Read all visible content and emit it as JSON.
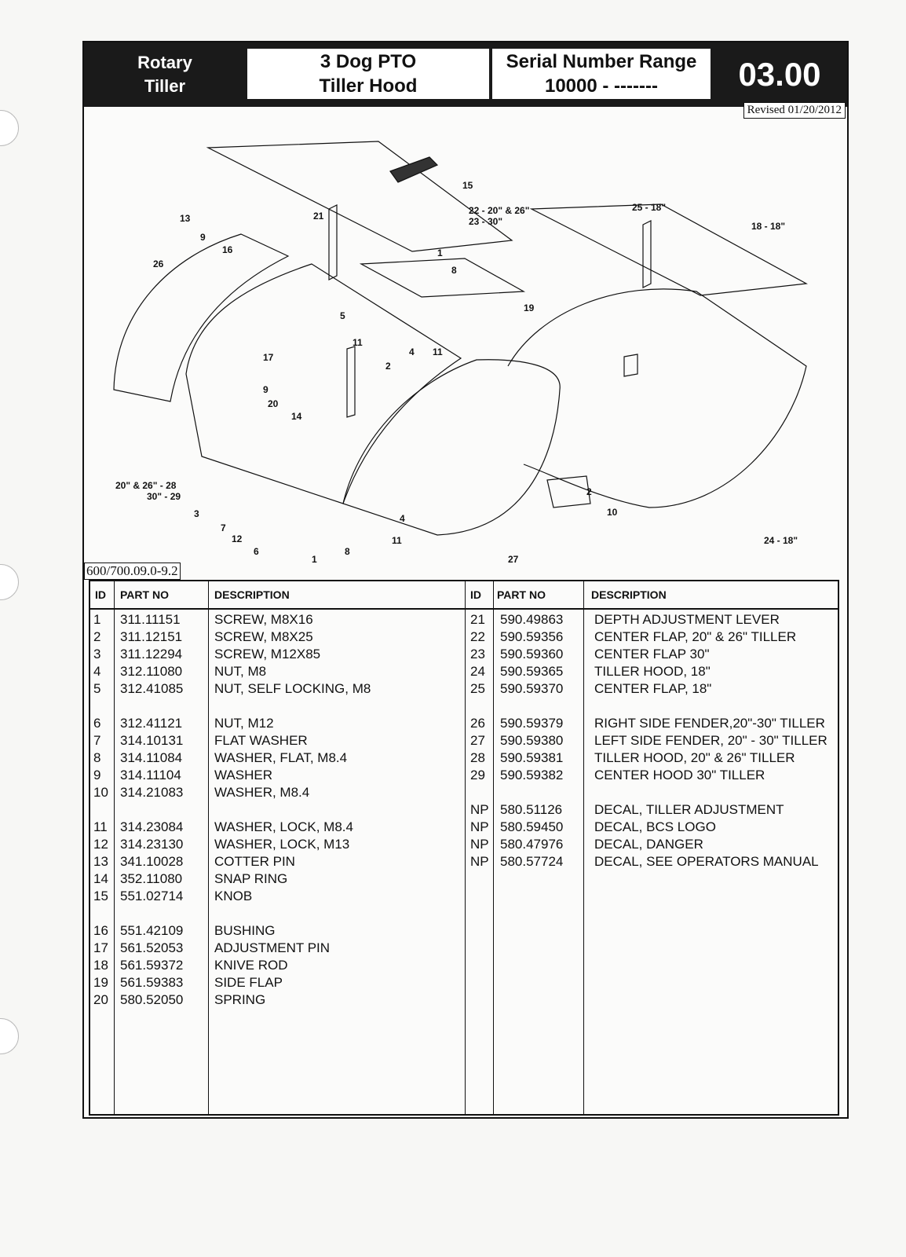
{
  "header": {
    "section_line1": "Rotary",
    "section_line2": "Tiller",
    "title_line1": "3 Dog PTO",
    "title_line2": "Tiller Hood",
    "serial_line1": "Serial Number Range",
    "serial_line2": "10000 - -------",
    "page_number": "03.00",
    "revised": "Revised 01/20/2012"
  },
  "figure": {
    "id": "600/700.09.0-9.2",
    "callouts": [
      "15",
      "13",
      "9",
      "16",
      "21",
      "22 - 20\" & 26\"",
      "23 - 30\"",
      "25 - 18\"",
      "18 - 18\"",
      "1",
      "8",
      "26",
      "19",
      "5",
      "11",
      "17",
      "4",
      "11",
      "2",
      "9",
      "20",
      "14",
      "20\" & 26\" - 28",
      "30\" - 29",
      "3",
      "7",
      "12",
      "6",
      "1",
      "8",
      "4",
      "11",
      "27",
      "2",
      "10",
      "24 - 18\""
    ]
  },
  "table": {
    "headers": {
      "id": "ID",
      "part_no": "PART NO",
      "description": "DESCRIPTION"
    },
    "left": [
      {
        "id": "1",
        "part": "311.11151",
        "desc": "SCREW, M8X16"
      },
      {
        "id": "2",
        "part": "311.12151",
        "desc": "SCREW, M8X25"
      },
      {
        "id": "3",
        "part": "311.12294",
        "desc": "SCREW, M12X85"
      },
      {
        "id": "4",
        "part": "312.11080",
        "desc": "NUT, M8"
      },
      {
        "id": "5",
        "part": "312.41085",
        "desc": "NUT, SELF LOCKING, M8"
      },
      {
        "id": "6",
        "part": "312.41121",
        "desc": "NUT, M12"
      },
      {
        "id": "7",
        "part": "314.10131",
        "desc": "FLAT WASHER"
      },
      {
        "id": "8",
        "part": "314.11084",
        "desc": "WASHER, FLAT, M8.4"
      },
      {
        "id": "9",
        "part": "314.11104",
        "desc": "WASHER"
      },
      {
        "id": "10",
        "part": "314.21083",
        "desc": "WASHER, M8.4"
      },
      {
        "id": "11",
        "part": "314.23084",
        "desc": "WASHER, LOCK, M8.4"
      },
      {
        "id": "12",
        "part": "314.23130",
        "desc": "WASHER, LOCK, M13"
      },
      {
        "id": "13",
        "part": "341.10028",
        "desc": "COTTER PIN"
      },
      {
        "id": "14",
        "part": "352.11080",
        "desc": "SNAP RING"
      },
      {
        "id": "15",
        "part": "551.02714",
        "desc": "KNOB"
      },
      {
        "id": "16",
        "part": "551.42109",
        "desc": "BUSHING"
      },
      {
        "id": "17",
        "part": "561.52053",
        "desc": "ADJUSTMENT PIN"
      },
      {
        "id": "18",
        "part": "561.59372",
        "desc": "KNIVE ROD"
      },
      {
        "id": "19",
        "part": "561.59383",
        "desc": "SIDE FLAP"
      },
      {
        "id": "20",
        "part": "580.52050",
        "desc": "SPRING"
      }
    ],
    "right": [
      {
        "id": "21",
        "part": "590.49863",
        "desc": "DEPTH ADJUSTMENT LEVER"
      },
      {
        "id": "22",
        "part": "590.59356",
        "desc": "CENTER FLAP, 20\" & 26\" TILLER"
      },
      {
        "id": "23",
        "part": "590.59360",
        "desc": "CENTER FLAP 30\""
      },
      {
        "id": "24",
        "part": "590.59365",
        "desc": "TILLER HOOD, 18\""
      },
      {
        "id": "25",
        "part": "590.59370",
        "desc": "CENTER FLAP, 18\""
      },
      {
        "id": "26",
        "part": "590.59379",
        "desc": "RIGHT SIDE FENDER,20\"-30\" TILLER"
      },
      {
        "id": "27",
        "part": "590.59380",
        "desc": "LEFT SIDE FENDER, 20\" - 30\" TILLER"
      },
      {
        "id": "28",
        "part": "590.59381",
        "desc": "TILLER HOOD, 20\" & 26\" TILLER"
      },
      {
        "id": "29",
        "part": "590.59382",
        "desc": "CENTER HOOD 30\" TILLER"
      },
      {
        "id": "NP",
        "part": "580.51126",
        "desc": "DECAL, TILLER ADJUSTMENT"
      },
      {
        "id": "NP",
        "part": "580.59450",
        "desc": "DECAL, BCS LOGO"
      },
      {
        "id": "NP",
        "part": "580.47976",
        "desc": "DECAL, DANGER"
      },
      {
        "id": "NP",
        "part": "580.57724",
        "desc": "DECAL, SEE OPERATORS MANUAL"
      }
    ]
  }
}
